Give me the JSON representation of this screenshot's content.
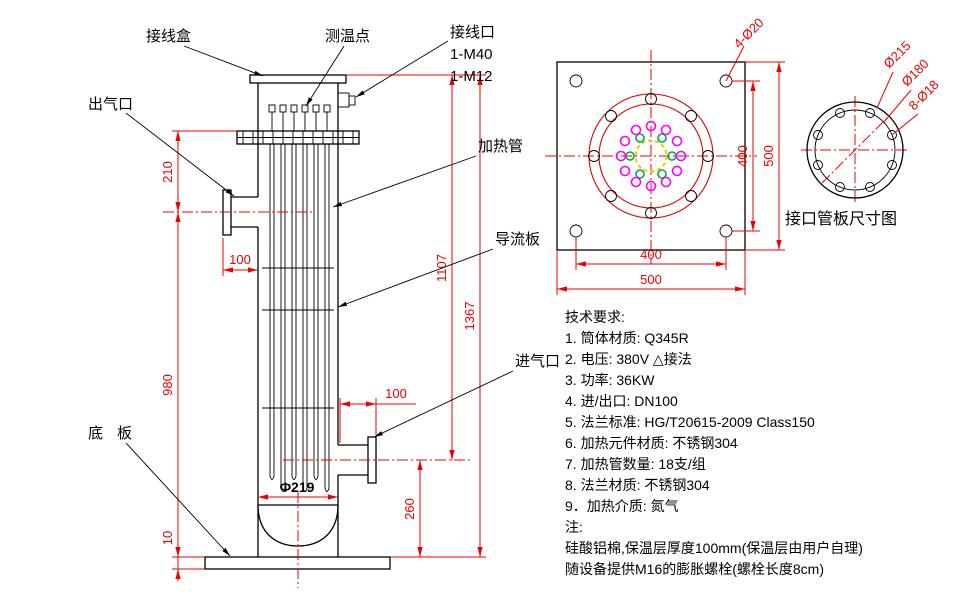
{
  "drawing": {
    "labels": {
      "junction_box": "接线盒",
      "temp_point": "测温点",
      "wiring_port": "接线口",
      "wiring_spec_1": "1-M40",
      "wiring_spec_2": "1-M12",
      "gas_outlet": "出气口",
      "heater_tube": "加热管",
      "baffle": "导流板",
      "gas_inlet": "进气口",
      "base_plate": "底板"
    },
    "dims": {
      "d210": "210",
      "d100_left": "100",
      "d980": "980",
      "d10": "10",
      "d1107": "1107",
      "d1367": "1367",
      "phi219": "Φ219",
      "d100_right": "100",
      "d260": "260"
    },
    "plate_view": {
      "corner_holes": "4-Ø20",
      "pitch_v": "400",
      "size_v": "500",
      "pitch_h": "400",
      "size_h": "500"
    },
    "port_view": {
      "outer_dia": "Ø215",
      "bolt_circle": "Ø180",
      "holes": "8-Ø18",
      "caption": "接口管板尺寸图"
    }
  },
  "tech": {
    "title": "技术要求:",
    "items": [
      "1. 筒体材质: Q345R",
      "2. 电压: 380V △接法",
      "3. 功率: 36KW",
      "4. 进/出口: DN100",
      "5. 法兰标准: HG/T20615-2009  Class150",
      "6. 加热元件材质: 不锈钢304",
      "7. 加热管数量: 18支/组",
      "8. 法兰材质: 不锈钢304",
      "9．加热介质: 氮气"
    ],
    "note_title": "注:",
    "notes": [
      "硅酸铝棉,保温层厚度100mm(保温层由用户自理)",
      "随设备提供M16的膨胀螺栓(螺栓长度8cm)"
    ]
  },
  "colors": {
    "dimension_red": "#ee0000",
    "flange_red": "#dd0000",
    "tube_magenta": "#ff00ff",
    "tube_green": "#00a650",
    "tube_yellow": "#f5c400",
    "line_black": "#000000"
  }
}
